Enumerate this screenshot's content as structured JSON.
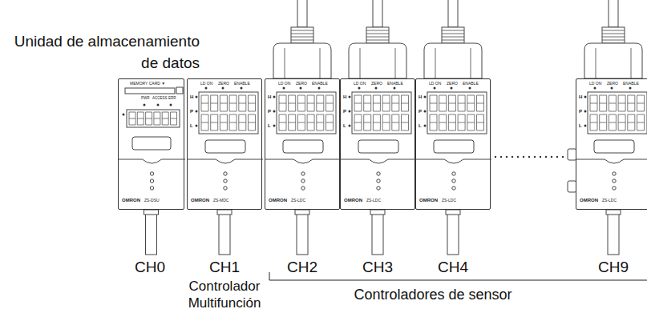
{
  "diagram": {
    "nodes": [
      {
        "text": [
          "MEMORY CARD ▼",
          "PWR",
          "ACCESS",
          "ERR",
          "OMRON",
          "ZS-DSU"
        ]
      },
      {
        "text": [
          "LD ON",
          "ZERO",
          "ENABLE",
          "H",
          "P",
          "L",
          "OMRON",
          "ZS-MDC"
        ]
      },
      {
        "text": [
          "LD ON",
          "ZERO",
          "ENABLE",
          "H",
          "P",
          "L",
          "OMRON",
          "ZS-LDC"
        ]
      },
      {
        "text": [
          "LD ON",
          "ZERO",
          "ENABLE",
          "H",
          "P",
          "L",
          "OMRON",
          "ZS-LDC"
        ]
      },
      {
        "text": [
          "LD ON",
          "ZERO",
          "ENABLE",
          "H",
          "P",
          "L",
          "OMRON",
          "ZS-LDC"
        ]
      },
      {
        "text": [
          "LD ON",
          "ZERO",
          "ENABLE",
          "H",
          "P",
          "L",
          "OMRON",
          "ZS-LDC"
        ]
      }
    ],
    "labels": [
      "Unidad de almacenamiento de datos",
      "CH0",
      "CH1",
      "CH2",
      "CH3",
      "CH4",
      "CH9",
      "Controlador Multifunción",
      "Controladores de sensor"
    ]
  }
}
